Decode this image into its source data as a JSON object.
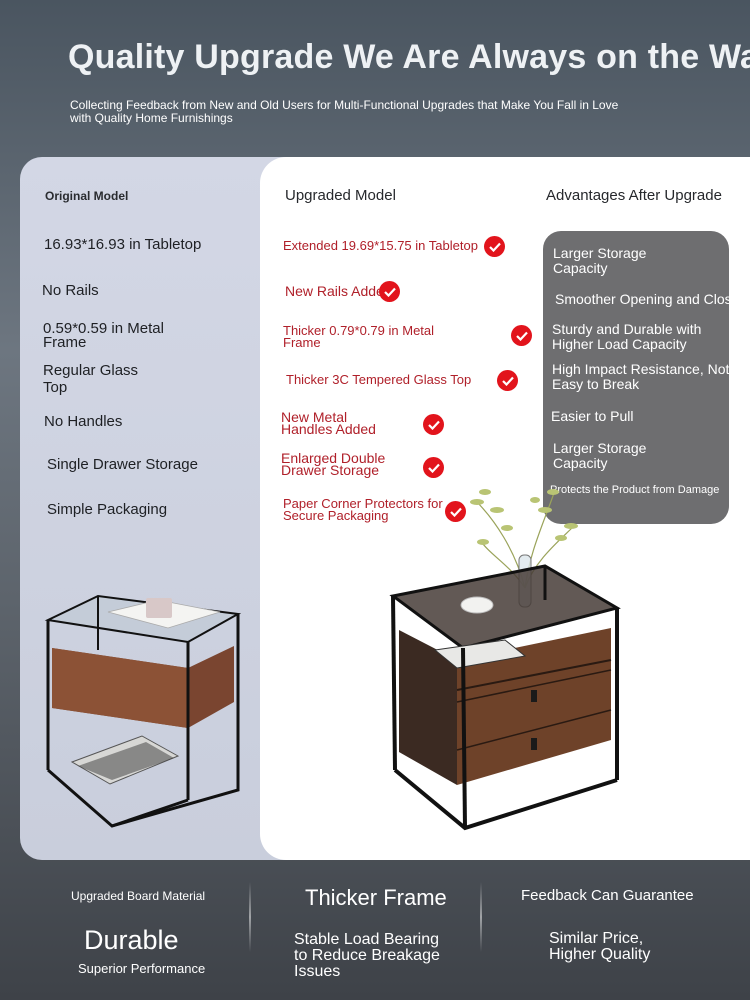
{
  "header": {
    "headline": "Quality Upgrade We Are Always on the Way",
    "subline": "Collecting Feedback from New and Old Users for Multi-Functional Upgrades that Make You Fall in Love with Quality Home Furnishings"
  },
  "original": {
    "header": "Original Model",
    "items": [
      "16.93*16.93 in Tabletop",
      "No Rails",
      "0.59*0.59 in Metal Frame",
      "Regular Glass Top",
      "No Handles",
      "Single Drawer Storage",
      "Simple Packaging"
    ]
  },
  "upgraded": {
    "header": "Upgraded Model",
    "items": [
      "Extended 19.69*15.75 in Tabletop",
      "New Rails Added",
      "Thicker 0.79*0.79 in Metal Frame",
      "Thicker 3C Tempered Glass Top",
      "New Metal Handles Added",
      "Enlarged Double Drawer Storage",
      "Paper Corner Protectors for Secure Packaging"
    ]
  },
  "advantages": {
    "header": "Advantages After Upgrade",
    "items": [
      "Larger Storage Capacity",
      "Smoother Opening and Closing",
      "Sturdy and Durable with Higher Load Capacity",
      "High Impact Resistance, Not Easy to Break",
      "Easier to Pull",
      "Larger Storage Capacity",
      "Protects the Product from Damage"
    ]
  },
  "bottom": {
    "col1_caption": "Upgraded Board Material",
    "col1_title": "Durable",
    "col1_sub": "Superior Performance",
    "col2_title": "Thicker Frame",
    "col2_sub": "Stable Load Bearing to Reduce Breakage Issues",
    "col3_caption": "Feedback Can Guarantee",
    "col3_sub": "Similar Price, Higher Quality"
  },
  "icons": {
    "check": "check-circle-icon"
  },
  "colors": {
    "upgrade_text": "#b0202a",
    "check": "#e2141c",
    "advantage_box": "#6e6e70",
    "left_panel": "#d3d7e5"
  }
}
